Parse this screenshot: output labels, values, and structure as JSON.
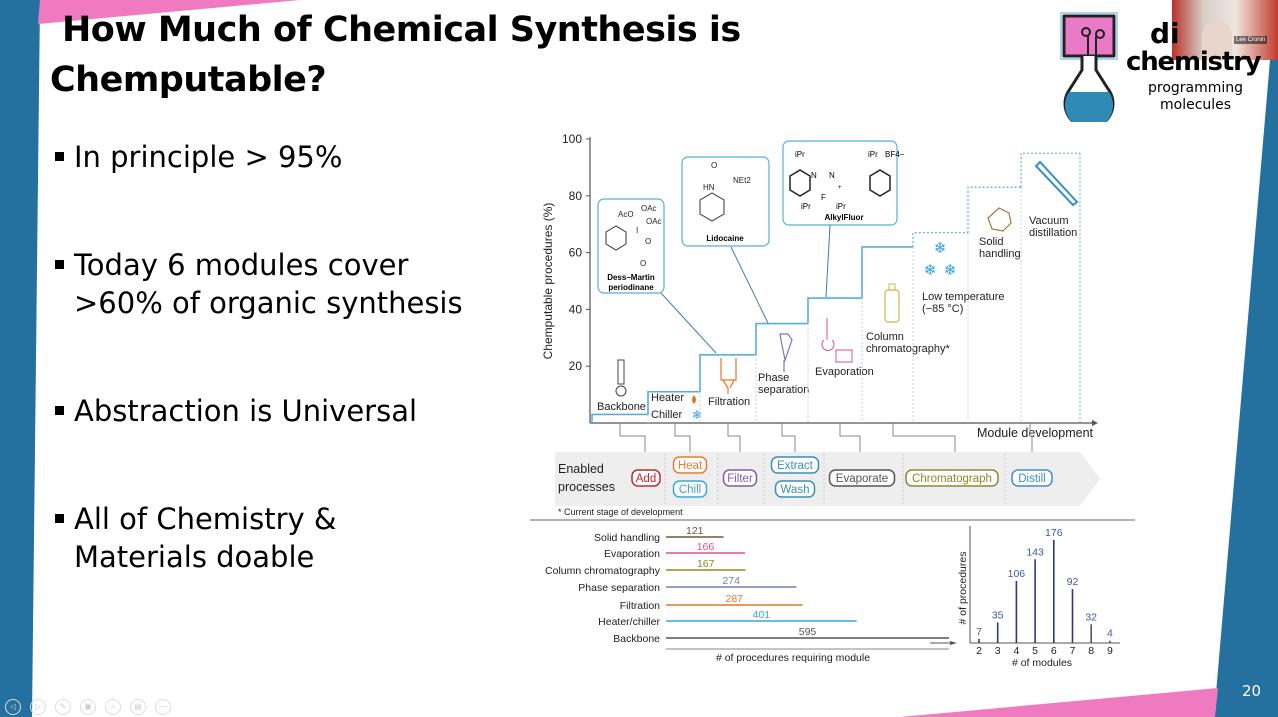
{
  "slide": {
    "title_line1": "How Much of Chemical Synthesis is",
    "title_line2": "Chemputable?",
    "bullets": [
      {
        "lines": [
          "In principle > 95%"
        ]
      },
      {
        "lines": [
          "Today 6 modules cover",
          ">60% of organic synthesis"
        ]
      },
      {
        "lines": [
          "Abstraction is Universal"
        ]
      },
      {
        "lines": [
          "All of Chemistry &",
          "Materials doable"
        ]
      }
    ],
    "page_number": "20",
    "colors": {
      "blue_band": "#2471a0",
      "pink_band": "#ef7ac0"
    }
  },
  "logo": {
    "line1": "di",
    "line2": "chemistry",
    "line3": "programming",
    "line4": "molecules",
    "webcam_name": "Lee Cronin"
  },
  "toolbar": {
    "icons": [
      "previous-icon",
      "next-icon",
      "pen-icon",
      "slides-icon",
      "zoom-icon",
      "subtitles-icon",
      "more-icon"
    ]
  },
  "figure": {
    "callouts": [
      {
        "label": "Dess–Martin",
        "label2": "periodinane",
        "groups": [
          "AcO",
          "OAc",
          "OAc",
          "I",
          "O",
          "O"
        ]
      },
      {
        "label": "Lidocaine",
        "groups": [
          "O",
          "HN",
          "NEt2"
        ]
      },
      {
        "label": "AlkylFluor",
        "groups": [
          "iPr",
          "iPr",
          "iPr",
          "iPr",
          "BF4−",
          "N",
          "N",
          "F",
          "+"
        ]
      }
    ],
    "processes_title_line1": "Enabled",
    "processes_title_line2": "processes",
    "footnote": "* Current stage of development",
    "processes": [
      {
        "label": "Add",
        "color": "#c0282d"
      },
      {
        "label": "Heat",
        "color": "#e87a35"
      },
      {
        "label": "Chill",
        "color": "#3aa7d9"
      },
      {
        "label": "Filter",
        "color": "#7b5ea7"
      },
      {
        "label": "Extract",
        "color": "#3b8fb5"
      },
      {
        "label": "Wash",
        "color": "#3b8fb5"
      },
      {
        "label": "Evaporate",
        "color": "#555555"
      },
      {
        "label": "Chromatograph",
        "color": "#8b8a2a"
      },
      {
        "label": "Distill",
        "color": "#3b8fc9"
      }
    ]
  },
  "chart_data": [
    {
      "type": "step",
      "ylabel": "Chemputable procedures (%)",
      "xlabel": "Module development",
      "ylim": [
        0,
        100
      ],
      "yticks": [
        20,
        40,
        60,
        80,
        100
      ],
      "steps": [
        {
          "lines": [
            "Backbone"
          ],
          "value": 3,
          "future": false,
          "icon": "syringe-pump-icon",
          "color": "#555555"
        },
        {
          "lines": [
            "Heater",
            "Chiller"
          ],
          "value": 11,
          "future": false,
          "icon": "flame-snowflake-icon",
          "color": "#e8742a"
        },
        {
          "lines": [
            "Filtration"
          ],
          "value": 24,
          "future": false,
          "icon": "filter-funnel-icon",
          "color": "#e8742a"
        },
        {
          "lines": [
            "Phase",
            "separation"
          ],
          "value": 35,
          "future": false,
          "icon": "separatory-funnel-icon",
          "color": "#7080b0"
        },
        {
          "lines": [
            "Evaporation"
          ],
          "value": 44,
          "future": false,
          "icon": "rotary-evaporator-icon",
          "color": "#e0508f"
        },
        {
          "lines": [
            "Column",
            "chromatography*"
          ],
          "value": 62,
          "future": false,
          "icon": "column-icon",
          "color": "#c8b850"
        },
        {
          "lines": [
            "Low temperature",
            "(−85 °C)"
          ],
          "value": 67,
          "future": true,
          "icon": "snowflakes-icon",
          "color": "#2aa0e0"
        },
        {
          "lines": [
            "Solid",
            "handling"
          ],
          "value": 83,
          "future": true,
          "icon": "polyhedron-icon",
          "color": "#a0783a"
        },
        {
          "lines": [
            "Vacuum",
            "distillation"
          ],
          "value": 95,
          "future": true,
          "icon": "distillation-icon",
          "color": "#3b8fc9"
        }
      ],
      "step_color": "#5aaed6"
    },
    {
      "type": "bar",
      "orientation": "horizontal",
      "xlabel": "# of procedures requiring module",
      "categories": [
        "Solid handling",
        "Evaporation",
        "Column chromatography",
        "Phase separation",
        "Filtration",
        "Heater/chiller",
        "Backbone"
      ],
      "values": [
        121,
        166,
        167,
        274,
        287,
        401,
        595
      ],
      "colors": [
        "#6b5a3a",
        "#e0508f",
        "#8b8a2a",
        "#7080b0",
        "#e8742a",
        "#35a7d9",
        "#555555"
      ],
      "xlim": [
        0,
        595
      ]
    },
    {
      "type": "bar",
      "xlabel": "# of modules",
      "ylabel": "# of procedures",
      "categories": [
        "2",
        "3",
        "4",
        "5",
        "6",
        "7",
        "8",
        "9"
      ],
      "values": [
        7,
        35,
        106,
        143,
        176,
        92,
        32,
        4
      ],
      "color": "#2a3a78",
      "label_color": "#3a5aa0"
    }
  ]
}
